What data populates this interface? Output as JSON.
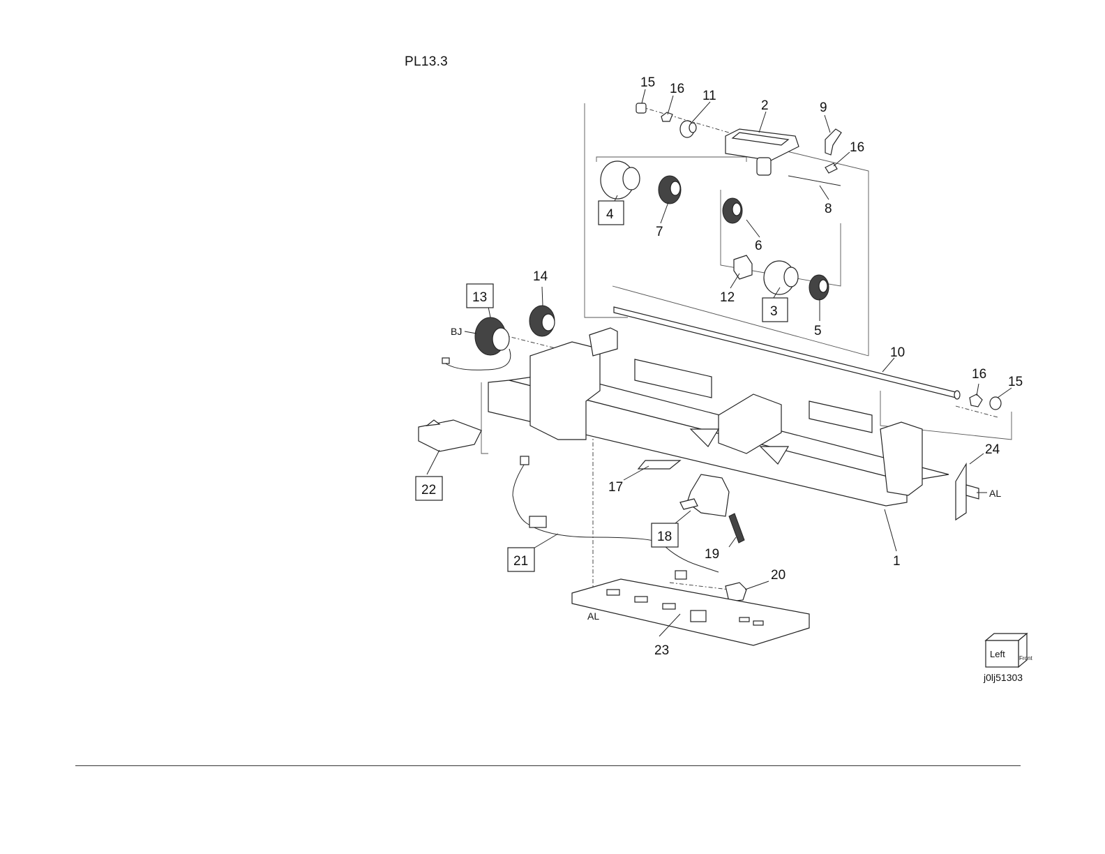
{
  "plate": {
    "title": "PL13.3",
    "figure_id": "j0lj51303"
  },
  "orientation_cube": {
    "face_left": "Left",
    "face_front": "Front"
  },
  "callouts": {
    "c1": "1",
    "c2": "2",
    "c3": "3",
    "c4": "4",
    "c5": "5",
    "c6": "6",
    "c7": "7",
    "c8": "8",
    "c9": "9",
    "c10": "10",
    "c11": "11",
    "c12": "12",
    "c13": "13",
    "c14": "14",
    "c15a": "15",
    "c15b": "15",
    "c16a": "16",
    "c16b": "16",
    "c16c": "16",
    "c17": "17",
    "c18": "18",
    "c19": "19",
    "c20": "20",
    "c21": "21",
    "c22": "22",
    "c23": "23",
    "c24": "24"
  },
  "connection_tags": {
    "bj": "BJ",
    "al_right": "AL",
    "al_bottom": "AL"
  }
}
